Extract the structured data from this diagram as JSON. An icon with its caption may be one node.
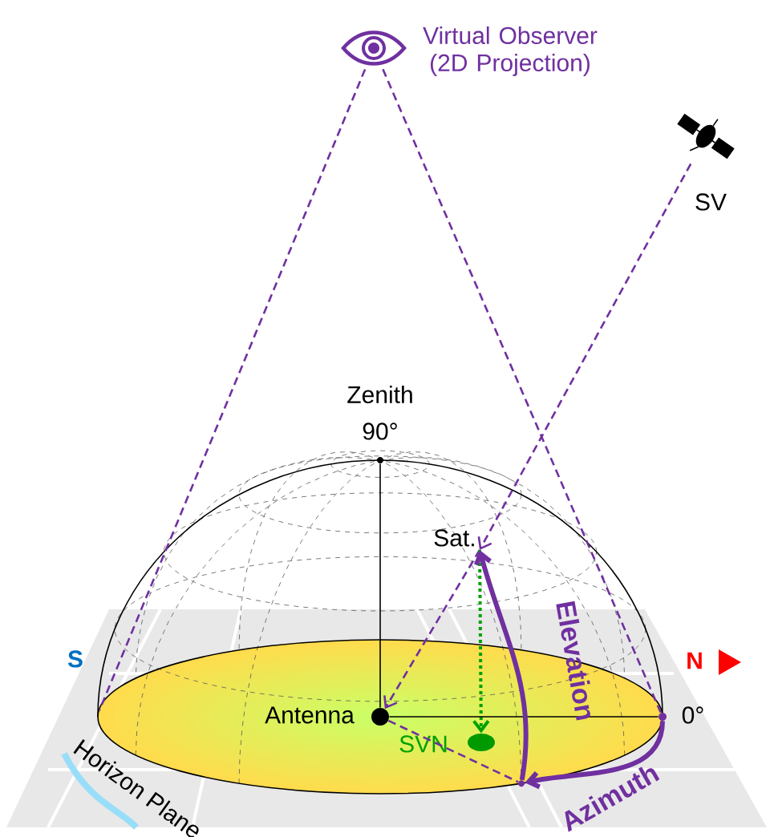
{
  "diagram": {
    "nodes": [
      {
        "text": [],
        "shape": "picture",
        "beside": [
          "Virtual Observer (2D Projection)"
        ]
      },
      {
        "text": [],
        "shape": "picture",
        "beside": [
          "SV"
        ]
      },
      {
        "text": [
          "Sat."
        ]
      },
      {
        "text": [],
        "shape": "circle",
        "beside": [
          "Antenna"
        ]
      },
      {
        "text": [],
        "shape": "circle",
        "beside": [
          "SVN"
        ]
      },
      {
        "text": [],
        "shape": "circle",
        "beside": [
          "Zenith",
          "90°"
        ]
      },
      {
        "text": [],
        "shape": "circle",
        "beside": [
          "0°"
        ]
      },
      {
        "text": [],
        "shape": "circle"
      }
    ],
    "edges": [
      {
        "from": 1,
        "to": 2,
        "arrow": "to",
        "style": "dashed",
        "color": "#7030a0"
      },
      {
        "from": 2,
        "to": 3,
        "arrow": "to",
        "style": "dashed",
        "color": "#7030a0"
      },
      {
        "from": 2,
        "to": 4,
        "arrow": "to",
        "style": "dashed",
        "color": "#00a000"
      },
      {
        "from": 3,
        "to": 5,
        "arrow": "none",
        "color": "#000000"
      },
      {
        "from": 3,
        "to": 6,
        "arrow": "none",
        "color": "#000000"
      },
      {
        "from": 0,
        "to": null,
        "arrow": "none",
        "style": "dashed",
        "color": "#7030a0"
      },
      {
        "from": 0,
        "to": 6,
        "arrow": "none",
        "style": "dashed",
        "color": "#7030a0"
      },
      {
        "from": 3,
        "to": 7,
        "arrow": "none",
        "style": "dashed",
        "color": "#7030a0"
      },
      {
        "from": 6,
        "to": 7,
        "arrow": "to",
        "style": "thick",
        "color": "#7030a0",
        "label": "Azimuth"
      },
      {
        "from": 7,
        "to": 2,
        "arrow": "to",
        "style": "thick",
        "color": "#7030a0",
        "label": "Elevation"
      }
    ],
    "labels": [
      "S",
      "N",
      "Horizon Plane"
    ]
  }
}
